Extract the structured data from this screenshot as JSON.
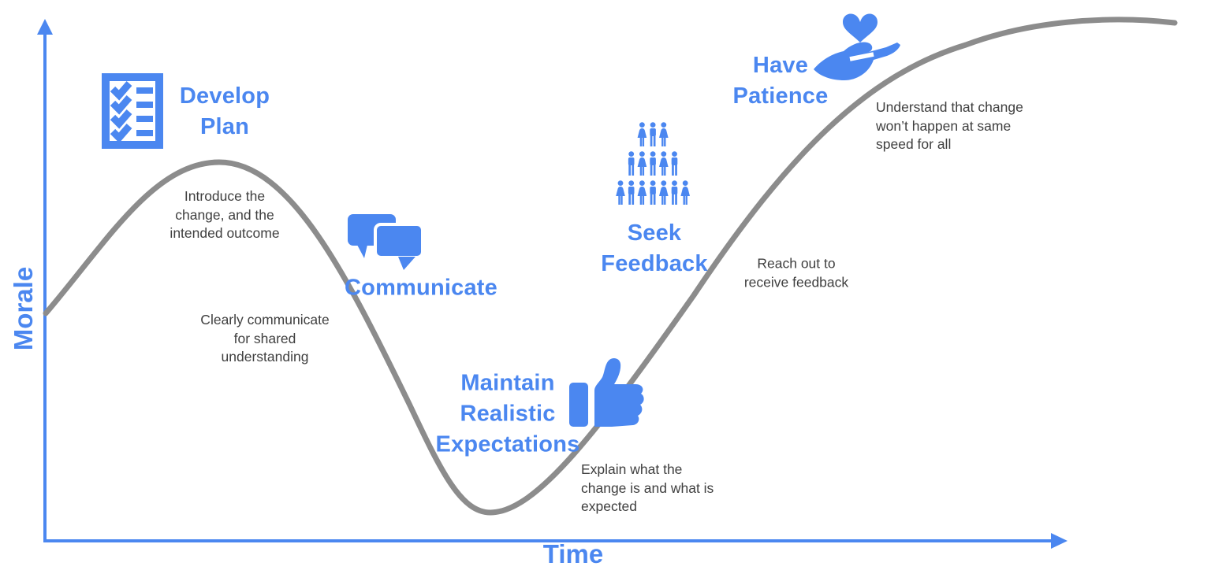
{
  "diagram": {
    "type": "change-curve",
    "description": "Morale over time during change: rises to an early peak, dips to a trough, then recovers to a sustained high plateau"
  },
  "colors": {
    "accent_blue": "#4b87f0",
    "curve_gray": "#8c8c8c",
    "note_text": "#3f3f3f",
    "background": "#ffffff"
  },
  "axes": {
    "y_label": "Morale",
    "x_label": "Time"
  },
  "stages": [
    {
      "id": "develop-plan",
      "label": "Develop\nPlan",
      "icon": "checklist-icon",
      "note": "Introduce the\nchange, and the\nintended outcome"
    },
    {
      "id": "communicate",
      "label": "Communicate",
      "icon": "speech-bubbles-icon",
      "note": "Clearly communicate\nfor shared\nunderstanding"
    },
    {
      "id": "maintain-realistic-expectations",
      "label": "Maintain\nRealistic\nExpectations",
      "icon": "thumbs-up-icon",
      "note": "Explain what the\nchange is and what is\nexpected"
    },
    {
      "id": "seek-feedback",
      "label": "Seek\nFeedback",
      "icon": "people-pyramid-icon",
      "note": "Reach out to\nreceive feedback"
    },
    {
      "id": "have-patience",
      "label": "Have\nPatience",
      "icon": "hand-holding-heart-icon",
      "note": "Understand that change\nwon’t happen at same\nspeed for all"
    }
  ]
}
